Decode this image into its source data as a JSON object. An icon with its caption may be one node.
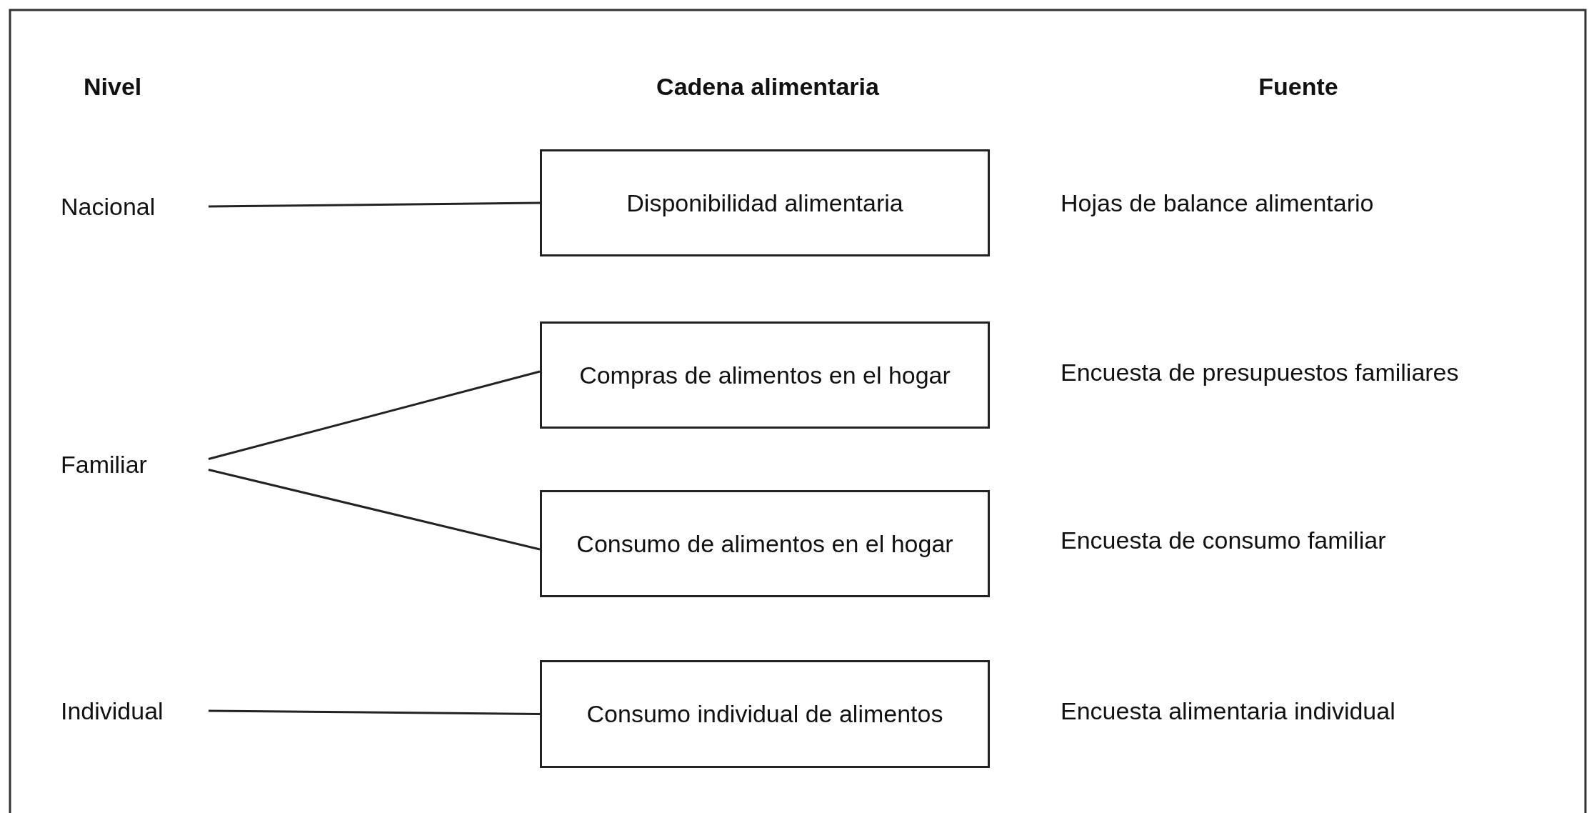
{
  "diagram": {
    "nodes": [
      {
        "text": [
          "Nacional"
        ]
      },
      {
        "text": [
          "Disponibilidad alimentaria"
        ]
      },
      {
        "text": [
          "Familiar"
        ]
      },
      {
        "text": [
          "Compras de alimentos en el hogar"
        ]
      },
      {
        "text": [
          "Consumo de alimentos en el hogar"
        ]
      },
      {
        "text": [
          "Individual"
        ]
      },
      {
        "text": [
          "Consumo individual de alimentos"
        ]
      }
    ],
    "edges": [
      {
        "from": 0,
        "to": 1,
        "arrow": "none"
      },
      {
        "from": 2,
        "to": 3,
        "arrow": "none"
      },
      {
        "from": 2,
        "to": 4,
        "arrow": "none"
      },
      {
        "from": 5,
        "to": 6,
        "arrow": "none"
      }
    ],
    "labels": [
      "Nivel",
      "Cadena alimentaria",
      "Fuente",
      "Hojas de balance alimentario",
      "Encuesta de presupuestos familiares",
      "Encuesta de consumo familiar",
      "Encuesta alimentaria individual"
    ]
  }
}
